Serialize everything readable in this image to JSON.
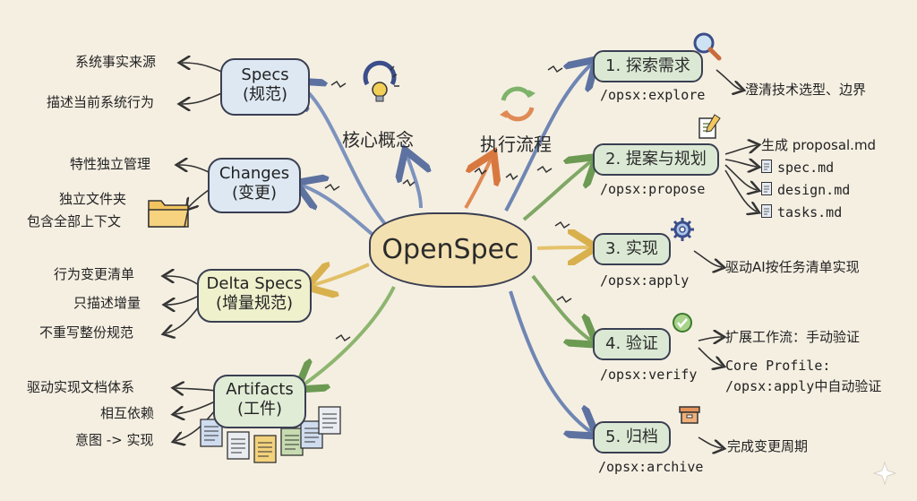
{
  "center": "OpenSpec",
  "left": {
    "group_title": "核心概念",
    "specs": {
      "line1": "Specs",
      "line2": "(规范)",
      "items": [
        "系统事实来源",
        "描述当前系统行为"
      ]
    },
    "changes": {
      "line1": "Changes",
      "line2": "(变更)",
      "items": [
        "特性独立管理",
        "独立文件夹",
        "包含全部上下文"
      ]
    },
    "delta": {
      "line1": "Delta Specs",
      "line2": "(增量规范)",
      "items": [
        "行为变更清单",
        "只描述增量",
        "不重写整份规范"
      ]
    },
    "artifacts": {
      "line1": "Artifacts",
      "line2": "(工件)",
      "items": [
        "驱动实现文档体系",
        "相互依赖",
        "意图 -> 实现"
      ]
    }
  },
  "right": {
    "group_title": "执行流程",
    "steps": [
      {
        "label": "1. 探索需求",
        "cmd": "/opsx:explore",
        "notes": [
          "澄清技术选型、边界"
        ]
      },
      {
        "label": "2. 提案与规划",
        "cmd": "/opsx:propose",
        "notes": [
          "生成 proposal.md",
          "spec.md",
          "design.md",
          "tasks.md"
        ]
      },
      {
        "label": "3. 实现",
        "cmd": "/opsx:apply",
        "notes": [
          "驱动AI按任务清单实现"
        ]
      },
      {
        "label": "4. 验证",
        "cmd": "/opsx:verify",
        "notes": [
          "扩展工作流：手动验证",
          "Core Profile:",
          "/opsx:apply中自动验证"
        ]
      },
      {
        "label": "5. 归档",
        "cmd": "/opsx:archive",
        "notes": [
          "完成变更周期"
        ]
      }
    ]
  },
  "colors": {
    "background": "#f5efe2",
    "center_fill": "#f4e1b1",
    "blue_node": "#dde8f3",
    "green_node": "#dbe9d4",
    "delta_node": "#eff0cc",
    "line_blue": "#6f86b3",
    "line_green": "#7fa865",
    "line_orange": "#e08a55",
    "line_yellow": "#e5c26a"
  },
  "icons": [
    "lightbulb-icon",
    "refresh-icon",
    "magnifier-icon",
    "notepad-icon",
    "gear-icon",
    "check-icon",
    "archive-box-icon",
    "folder-icon",
    "document-stack-icon",
    "file-icon"
  ]
}
